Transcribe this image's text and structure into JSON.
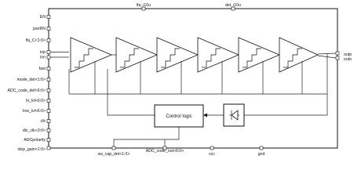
{
  "left_pins": [
    "EN",
    "pwrRN",
    "lfa_C<1:0>",
    "inp",
    "inn",
    "fast",
    "mode_det<1:0>",
    "ADC_code_def<6:0>",
    "hi_lvl<6:0>",
    "low_lvl<6:0>",
    "clk",
    "div_clk<3:0>",
    "ADCpolarity",
    "slep_gain<1:0>"
  ],
  "top_pins": [
    "lfa_i10u",
    "det_i10u"
  ],
  "bottom_pins": [
    "sw_cap_det<1:0>",
    "ADC_code_out<6:0>",
    "vcc",
    "gnd"
  ],
  "right_pins": [
    "outp",
    "outn"
  ],
  "blocks": {
    "control_logic": "Control logic"
  },
  "amplifier_stage_count": 6
}
